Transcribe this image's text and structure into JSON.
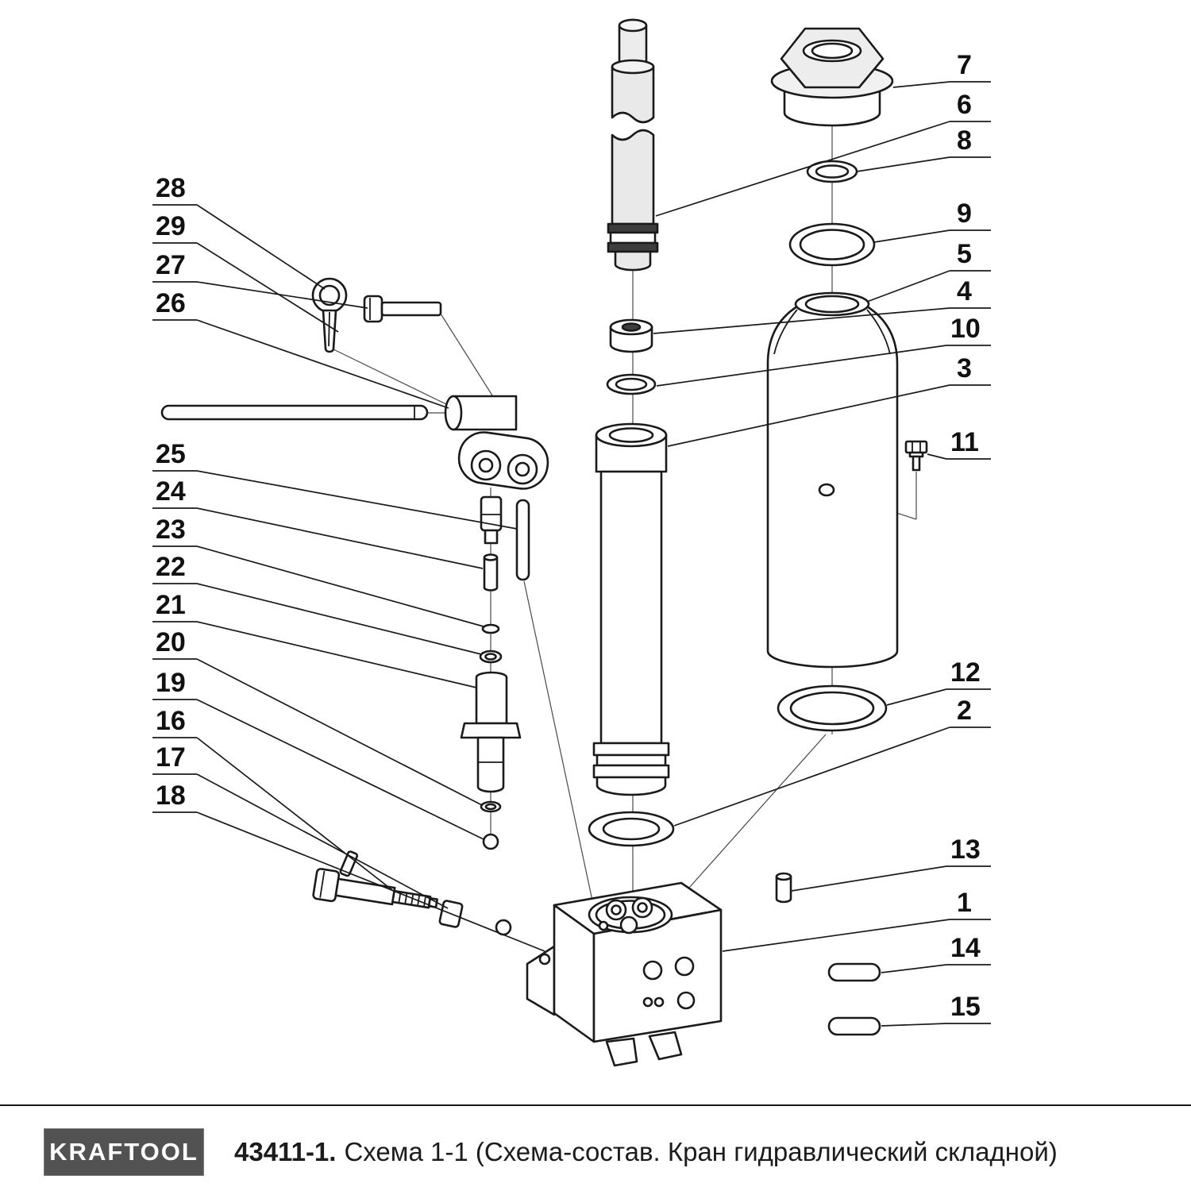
{
  "diagram": {
    "stroke_color": "#1a1a1a",
    "callouts": {
      "c1": "1",
      "c2": "2",
      "c3": "3",
      "c4": "4",
      "c5": "5",
      "c6": "6",
      "c7": "7",
      "c8": "8",
      "c9": "9",
      "c10": "10",
      "c11": "11",
      "c12": "12",
      "c13": "13",
      "c14": "14",
      "c15": "15",
      "c16": "16",
      "c17": "17",
      "c18": "18",
      "c19": "19",
      "c20": "20",
      "c21": "21",
      "c22": "22",
      "c23": "23",
      "c24": "24",
      "c25": "25",
      "c26": "26",
      "c27": "27",
      "c28": "28",
      "c29": "29"
    }
  },
  "footer": {
    "brand": "KRAFTOOL",
    "code": "43411-1.",
    "caption": "Схема 1-1 (Схема-состав. Кран гидравлический складной)"
  }
}
